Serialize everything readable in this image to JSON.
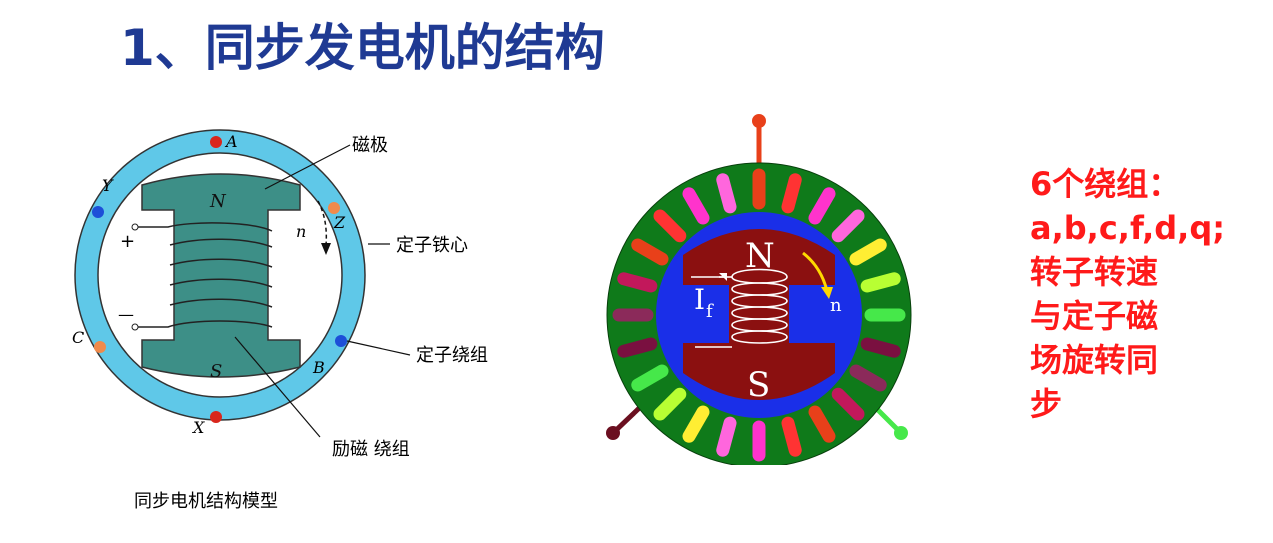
{
  "title": "1、同步发电机的结构",
  "left_diagram": {
    "labels": {
      "pole": "磁极",
      "stator_core": "定子铁心",
      "stator_winding": "定子绕组",
      "field_winding": "励磁 绕组",
      "caption": "同步电机结构模型"
    },
    "terminals": {
      "a": "A",
      "x": "X",
      "b": "B",
      "y": "Y",
      "c": "C",
      "z": "Z",
      "n_pole": "N",
      "s_pole": "S",
      "plus": "+",
      "minus": "—",
      "speed": "n"
    },
    "colors": {
      "stator": "#5fc8e8",
      "rotor": "#3d8f87",
      "red_dot": "#d9261c",
      "blue_dot": "#1d4fd8",
      "orange_dot": "#f08a4b"
    }
  },
  "right_diagram": {
    "labels": {
      "north": "N",
      "south": "S",
      "current": "I",
      "current_sub": "f",
      "speed": "n"
    },
    "colors": {
      "stator": "#0f7a1a",
      "rotor_ring": "#1a2fe8",
      "rotor": "#8b1010"
    }
  },
  "notes": {
    "lines": [
      "6个绕组：",
      "a,b,c,f,d,q;",
      "转子转速",
      "与定子磁",
      "场旋转同",
      "步"
    ]
  }
}
